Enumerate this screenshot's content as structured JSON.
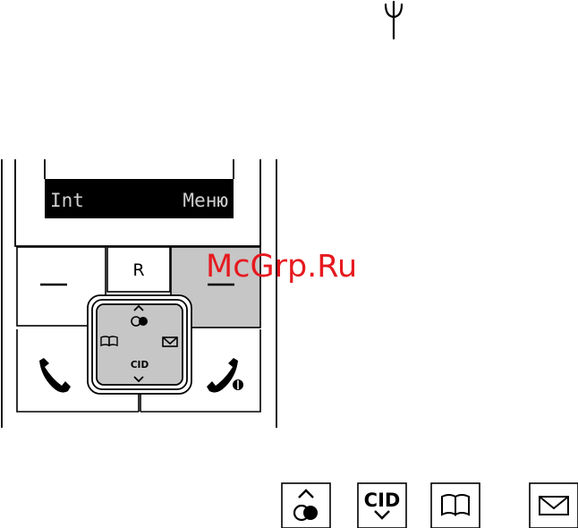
{
  "display": {
    "left_softkey": "Int",
    "right_softkey": "Меню"
  },
  "keys": {
    "r_key": "R",
    "cid_label": "CID"
  },
  "legend": {
    "cid_label": "CID"
  },
  "watermark": "McGrp.Ru",
  "colors": {
    "highlight": "#c6c6c6",
    "lcd_background": "#000000",
    "watermark": "#e6191f"
  }
}
